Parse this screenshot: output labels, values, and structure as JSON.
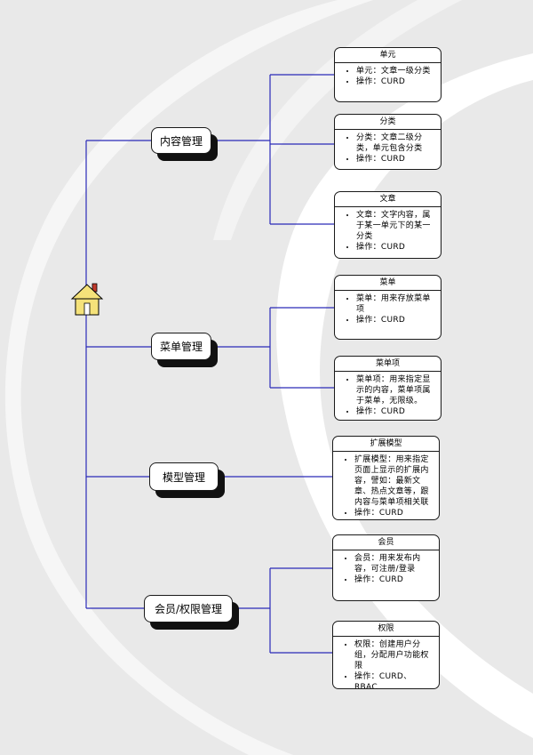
{
  "colors": {
    "line": "#2a2ab8",
    "background": "#e9e9e9",
    "swoosh": "#ffffff"
  },
  "root": {
    "icon": "house-icon"
  },
  "topics": [
    {
      "label": "内容管理"
    },
    {
      "label": "菜单管理"
    },
    {
      "label": "模型管理"
    },
    {
      "label": "会员/权限管理"
    }
  ],
  "cards": [
    {
      "title": "单元",
      "items": [
        "单元：文章一级分类",
        "操作：CURD"
      ]
    },
    {
      "title": "分类",
      "items": [
        "分类：文章二级分类，单元包含分类",
        "操作：CURD"
      ]
    },
    {
      "title": "文章",
      "items": [
        "文章：文字内容，属于某一单元下的某一分类",
        "操作：CURD"
      ]
    },
    {
      "title": "菜单",
      "items": [
        "菜单：用来存放菜单项",
        "操作：CURD"
      ]
    },
    {
      "title": "菜单项",
      "items": [
        "菜单项：用来指定显示的内容，菜单项属于菜单，无限级。",
        "操作：CURD"
      ]
    },
    {
      "title": "扩展模型",
      "items": [
        "扩展模型：用来指定页面上显示的扩展内容，譬如：最新文章、热点文章等，跟内容与菜单项相关联",
        "操作：CURD"
      ]
    },
    {
      "title": "会员",
      "items": [
        "会员：用来发布内容，可注册/登录",
        "操作：CURD"
      ]
    },
    {
      "title": "权限",
      "items": [
        "权限：创建用户分组，分配用户功能权限",
        "操作：CURD、RBAC"
      ]
    }
  ]
}
